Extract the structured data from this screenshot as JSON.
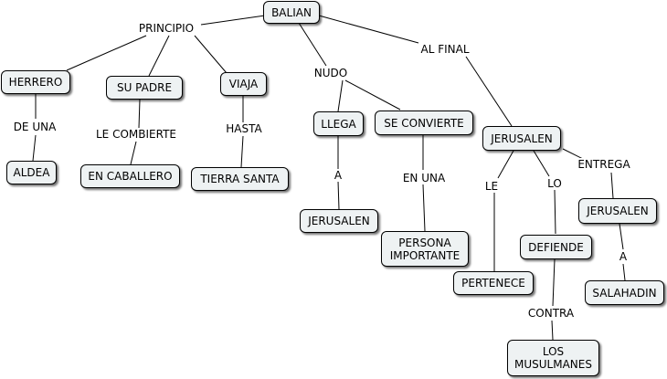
{
  "nodes": {
    "balian": "BALIAN",
    "herrero": "HERRERO",
    "aldea": "ALDEA",
    "su_padre": "SU PADRE",
    "en_caballero": "EN CABALLERO",
    "viaja": "VIAJA",
    "tierra_santa": "TIERRA SANTA",
    "llega": "LLEGA",
    "jerusalen_llega": "JERUSALEN",
    "se_convierte": "SE CONVIERTE",
    "persona_importante": "PERSONA\nIMPORTANTE",
    "jerusalen_final": "JERUSALEN",
    "pertenece": "PERTENECE",
    "defiende": "DEFIENDE",
    "los_musulmanes": "LOS\nMUSULMANES",
    "jerusalen_entrega": "JERUSALEN",
    "salahadin": "SALAHADIN"
  },
  "links": {
    "principio": "PRINCIPIO",
    "nudo": "NUDO",
    "al_final": "AL FINAL",
    "de_una": "DE UNA",
    "le_combierte": "LE COMBIERTE",
    "hasta": "HASTA",
    "a_llega": "A",
    "en_una": "EN UNA",
    "le": "LE",
    "lo": "LO",
    "contra": "CONTRA",
    "entrega": "ENTREGA",
    "a_entrega": "A"
  }
}
